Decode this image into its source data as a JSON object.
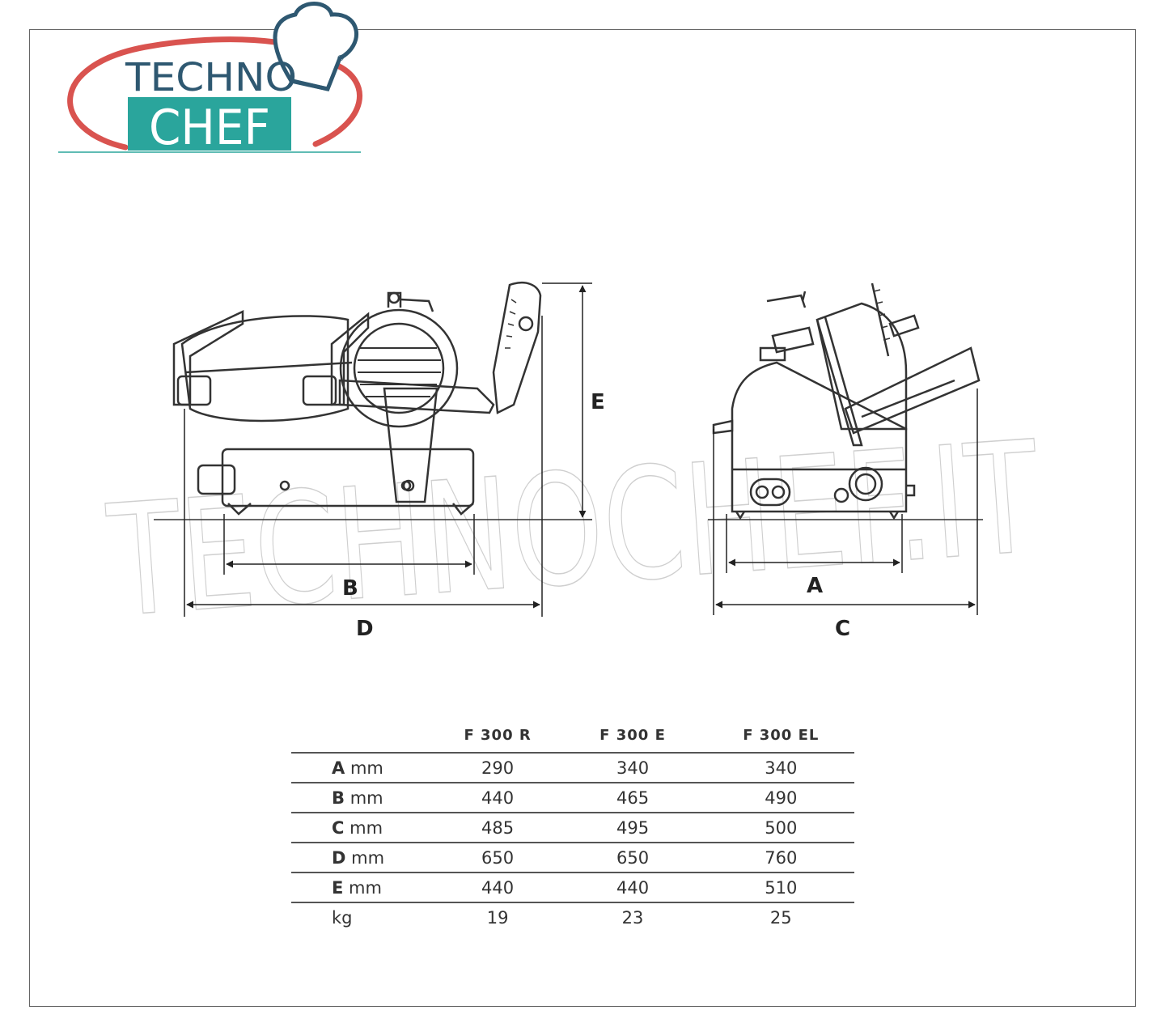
{
  "logo": {
    "line1": "TECHNO",
    "line2": "CHEF",
    "registered": "®",
    "colors": {
      "ring": "#d9534f",
      "teal": "#2aa59c",
      "text": "#2e5871",
      "chef_text": "#ffffff"
    }
  },
  "watermark": "TECHNOCHEF.IT",
  "dimension_labels": {
    "a": "A",
    "b": "B",
    "c": "C",
    "d": "D",
    "e": "E"
  },
  "table": {
    "headers": [
      "F 300 R",
      "F 300 E",
      "F 300 EL"
    ],
    "rows": [
      {
        "letter": "A",
        "unit": "mm",
        "values": [
          "290",
          "340",
          "340"
        ]
      },
      {
        "letter": "B",
        "unit": "mm",
        "values": [
          "440",
          "465",
          "490"
        ]
      },
      {
        "letter": "C",
        "unit": "mm",
        "values": [
          "485",
          "495",
          "500"
        ]
      },
      {
        "letter": "D",
        "unit": "mm",
        "values": [
          "650",
          "650",
          "760"
        ]
      },
      {
        "letter": "E",
        "unit": "mm",
        "values": [
          "440",
          "440",
          "510"
        ]
      },
      {
        "letter": "",
        "unit": "kg",
        "values": [
          "19",
          "23",
          "25"
        ]
      }
    ]
  }
}
